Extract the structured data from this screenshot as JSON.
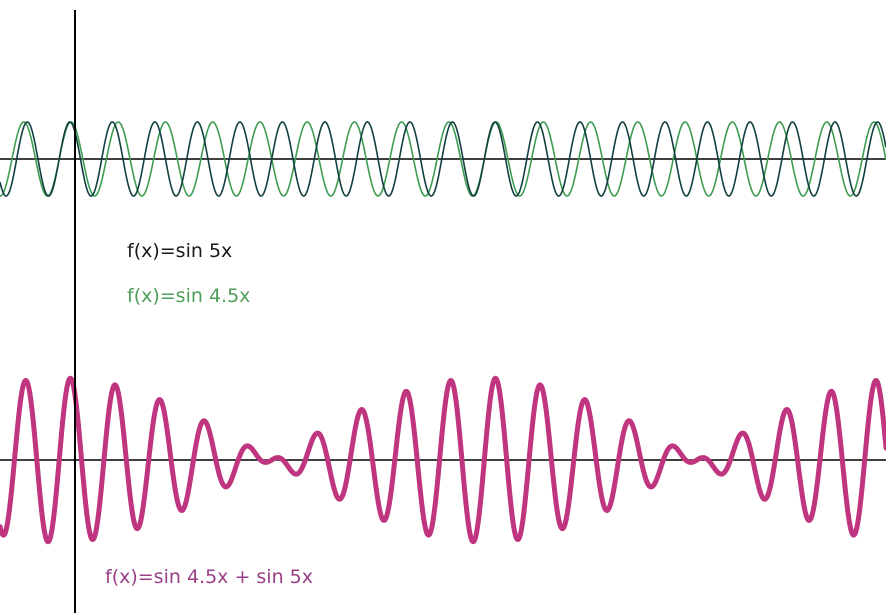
{
  "chart_data": [
    {
      "type": "line",
      "title": "",
      "xlabel": "",
      "ylabel": "",
      "grid": false,
      "xlim": [
        -1.75,
        24.44
      ],
      "ylim": [
        -1,
        1
      ],
      "series": [
        {
          "name": "f(x)=sin 5x",
          "expression": "sin 5x",
          "frequency": 5,
          "color": "#123f3f",
          "values": "computed over xlim"
        },
        {
          "name": "f(x)=sin 4.5x",
          "expression": "sin 4.5x",
          "frequency": 4.5,
          "color": "#3d9c52",
          "values": "computed over xlim"
        }
      ]
    },
    {
      "type": "line",
      "title": "",
      "xlabel": "",
      "ylabel": "",
      "grid": false,
      "xlim": [
        -1.75,
        24.44
      ],
      "ylim": [
        -2,
        2
      ],
      "series": [
        {
          "name": "f(x)=sin 4.5x + sin 5x",
          "expression": "sin 4.5x + sin 5x",
          "frequencies": [
            4.5,
            5
          ],
          "color": "#c0357f",
          "values": "computed over xlim"
        }
      ]
    }
  ]
}
